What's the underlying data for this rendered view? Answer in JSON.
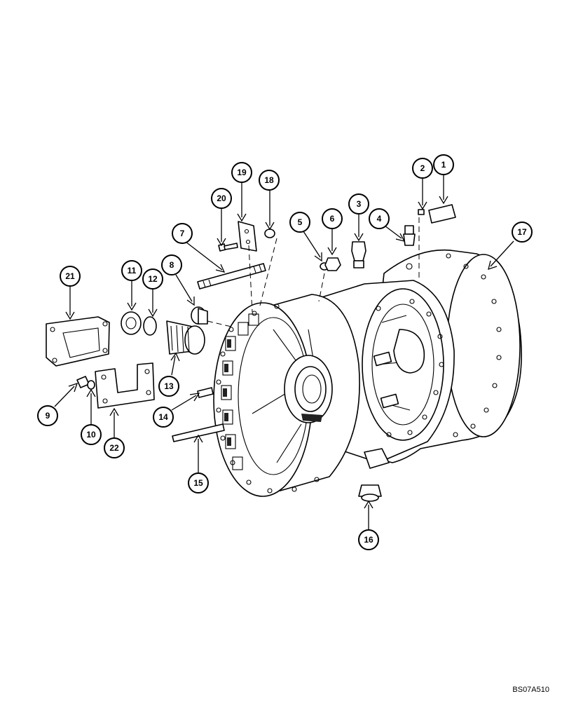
{
  "callouts": [
    {
      "id": "1",
      "label": "1"
    },
    {
      "id": "2",
      "label": "2"
    },
    {
      "id": "3",
      "label": "3"
    },
    {
      "id": "4",
      "label": "4"
    },
    {
      "id": "5",
      "label": "5"
    },
    {
      "id": "6",
      "label": "6"
    },
    {
      "id": "7",
      "label": "7"
    },
    {
      "id": "8",
      "label": "8"
    },
    {
      "id": "9",
      "label": "9"
    },
    {
      "id": "10",
      "label": "10"
    },
    {
      "id": "11",
      "label": "11"
    },
    {
      "id": "12",
      "label": "12"
    },
    {
      "id": "13",
      "label": "13"
    },
    {
      "id": "14",
      "label": "14"
    },
    {
      "id": "15",
      "label": "15"
    },
    {
      "id": "16",
      "label": "16"
    },
    {
      "id": "17",
      "label": "17"
    },
    {
      "id": "18",
      "label": "18"
    },
    {
      "id": "19",
      "label": "19"
    },
    {
      "id": "20",
      "label": "20"
    },
    {
      "id": "21",
      "label": "21"
    },
    {
      "id": "22",
      "label": "22"
    }
  ],
  "reference_code": "BS07A510"
}
